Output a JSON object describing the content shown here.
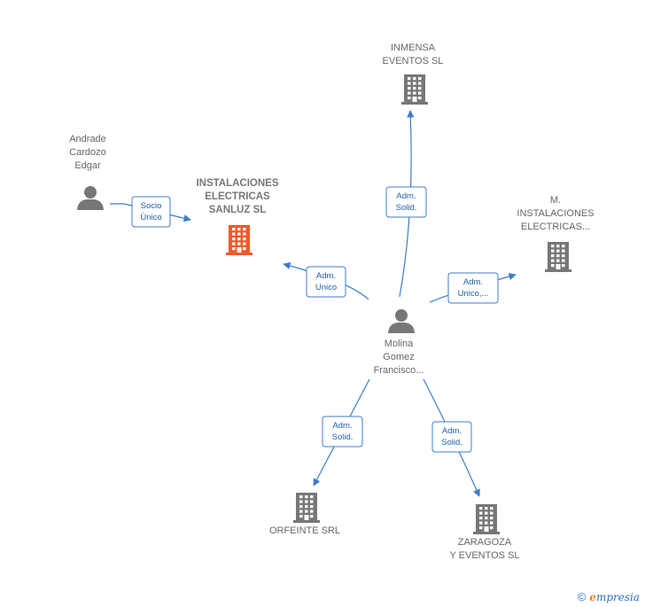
{
  "nodes": [
    {
      "id": "inmensa",
      "type": "company",
      "lines": [
        "INMENSA",
        "EVENTOS  SL"
      ],
      "color": "#777777",
      "main": false
    },
    {
      "id": "andrade",
      "type": "person",
      "lines": [
        "Andrade",
        "Cardozo",
        "Edgar"
      ],
      "color": "#777777",
      "main": false
    },
    {
      "id": "instalaciones",
      "type": "company",
      "lines": [
        "INSTALACIONES",
        "ELECTRICAS",
        "SANLUZ  SL"
      ],
      "color": "#f05a28",
      "main": true
    },
    {
      "id": "minst",
      "type": "company",
      "lines": [
        "M.",
        "INSTALACIONES",
        "ELECTRICAS..."
      ],
      "color": "#777777",
      "main": false
    },
    {
      "id": "molina",
      "type": "person",
      "lines": [
        "Molina",
        "Gomez",
        "Francisco..."
      ],
      "color": "#777777",
      "main": false
    },
    {
      "id": "orfeinte",
      "type": "company",
      "lines": [
        "ORFEINTE SRL"
      ],
      "color": "#777777",
      "main": false
    },
    {
      "id": "zaragoza",
      "type": "company",
      "lines": [
        "ZARAGOZA",
        "Y EVENTOS SL"
      ],
      "color": "#777777",
      "main": false
    }
  ],
  "edges": [
    {
      "from": "andrade",
      "to": "instalaciones",
      "label": [
        "Socio",
        "Único"
      ]
    },
    {
      "from": "molina",
      "to": "instalaciones",
      "label": [
        "Adm.",
        "Unico"
      ]
    },
    {
      "from": "molina",
      "to": "inmensa",
      "label": [
        "Adm.",
        "Solid."
      ]
    },
    {
      "from": "molina",
      "to": "minst",
      "label": [
        "Adm.",
        "Unico,..."
      ]
    },
    {
      "from": "molina",
      "to": "orfeinte",
      "label": [
        "Adm.",
        "Solid."
      ]
    },
    {
      "from": "molina",
      "to": "zaragoza",
      "label": [
        "Adm.",
        "Solid."
      ]
    }
  ],
  "footer": {
    "copyright_symbol": "©",
    "brand_initial": "e",
    "brand_rest": "mpresia"
  },
  "colors": {
    "edge": "#3d7cc9",
    "main_company": "#f05a28",
    "entity": "#777777"
  },
  "icons": {
    "company": "building-icon",
    "person": "person-icon"
  }
}
